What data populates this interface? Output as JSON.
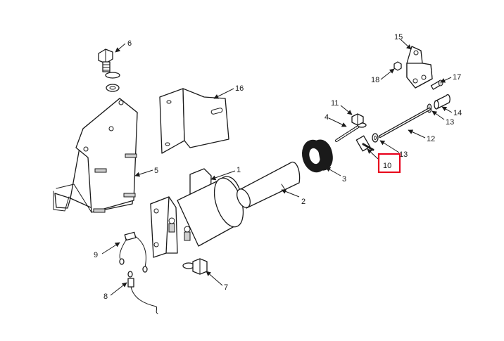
{
  "diagram": {
    "callouts": [
      {
        "id": "c1",
        "label": "1"
      },
      {
        "id": "c2",
        "label": "2"
      },
      {
        "id": "c3",
        "label": "3"
      },
      {
        "id": "c4",
        "label": "4"
      },
      {
        "id": "c5",
        "label": "5"
      },
      {
        "id": "c6",
        "label": "6"
      },
      {
        "id": "c7",
        "label": "7"
      },
      {
        "id": "c8",
        "label": "8"
      },
      {
        "id": "c9",
        "label": "9"
      },
      {
        "id": "c10",
        "label": "10"
      },
      {
        "id": "c11",
        "label": "11"
      },
      {
        "id": "c12",
        "label": "12"
      },
      {
        "id": "c13a",
        "label": "13"
      },
      {
        "id": "c13b",
        "label": "13"
      },
      {
        "id": "c14",
        "label": "14"
      },
      {
        "id": "c15",
        "label": "15"
      },
      {
        "id": "c16",
        "label": "16"
      },
      {
        "id": "c17",
        "label": "17"
      },
      {
        "id": "c18",
        "label": "18"
      }
    ],
    "highlighted_callout": "10",
    "colors": {
      "line": "#1a1a1a",
      "highlight": "#e8001c",
      "background": "#ffffff"
    }
  }
}
